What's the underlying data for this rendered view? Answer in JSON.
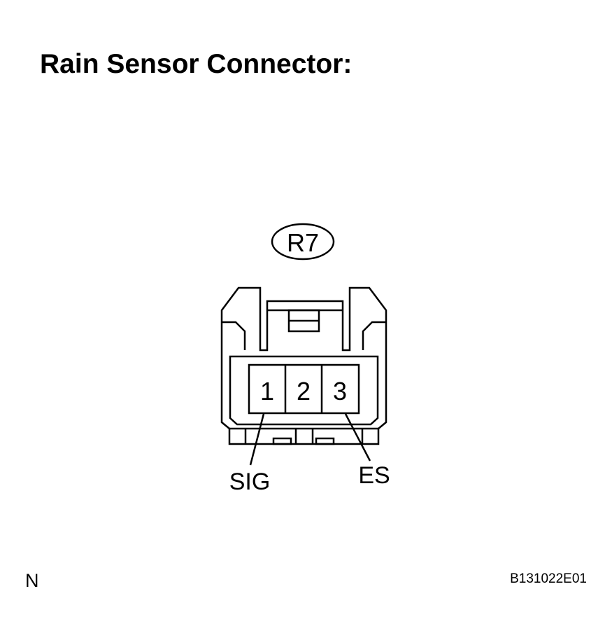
{
  "title": "Rain Sensor Connector:",
  "connector": {
    "code": "R7",
    "pins": [
      "1",
      "2",
      "3"
    ],
    "terminals": [
      {
        "pin": "1",
        "name": "SIG"
      },
      {
        "pin": "3",
        "name": "ES"
      }
    ]
  },
  "footer": {
    "left_mark": "N",
    "figure_code": "B131022E01"
  }
}
